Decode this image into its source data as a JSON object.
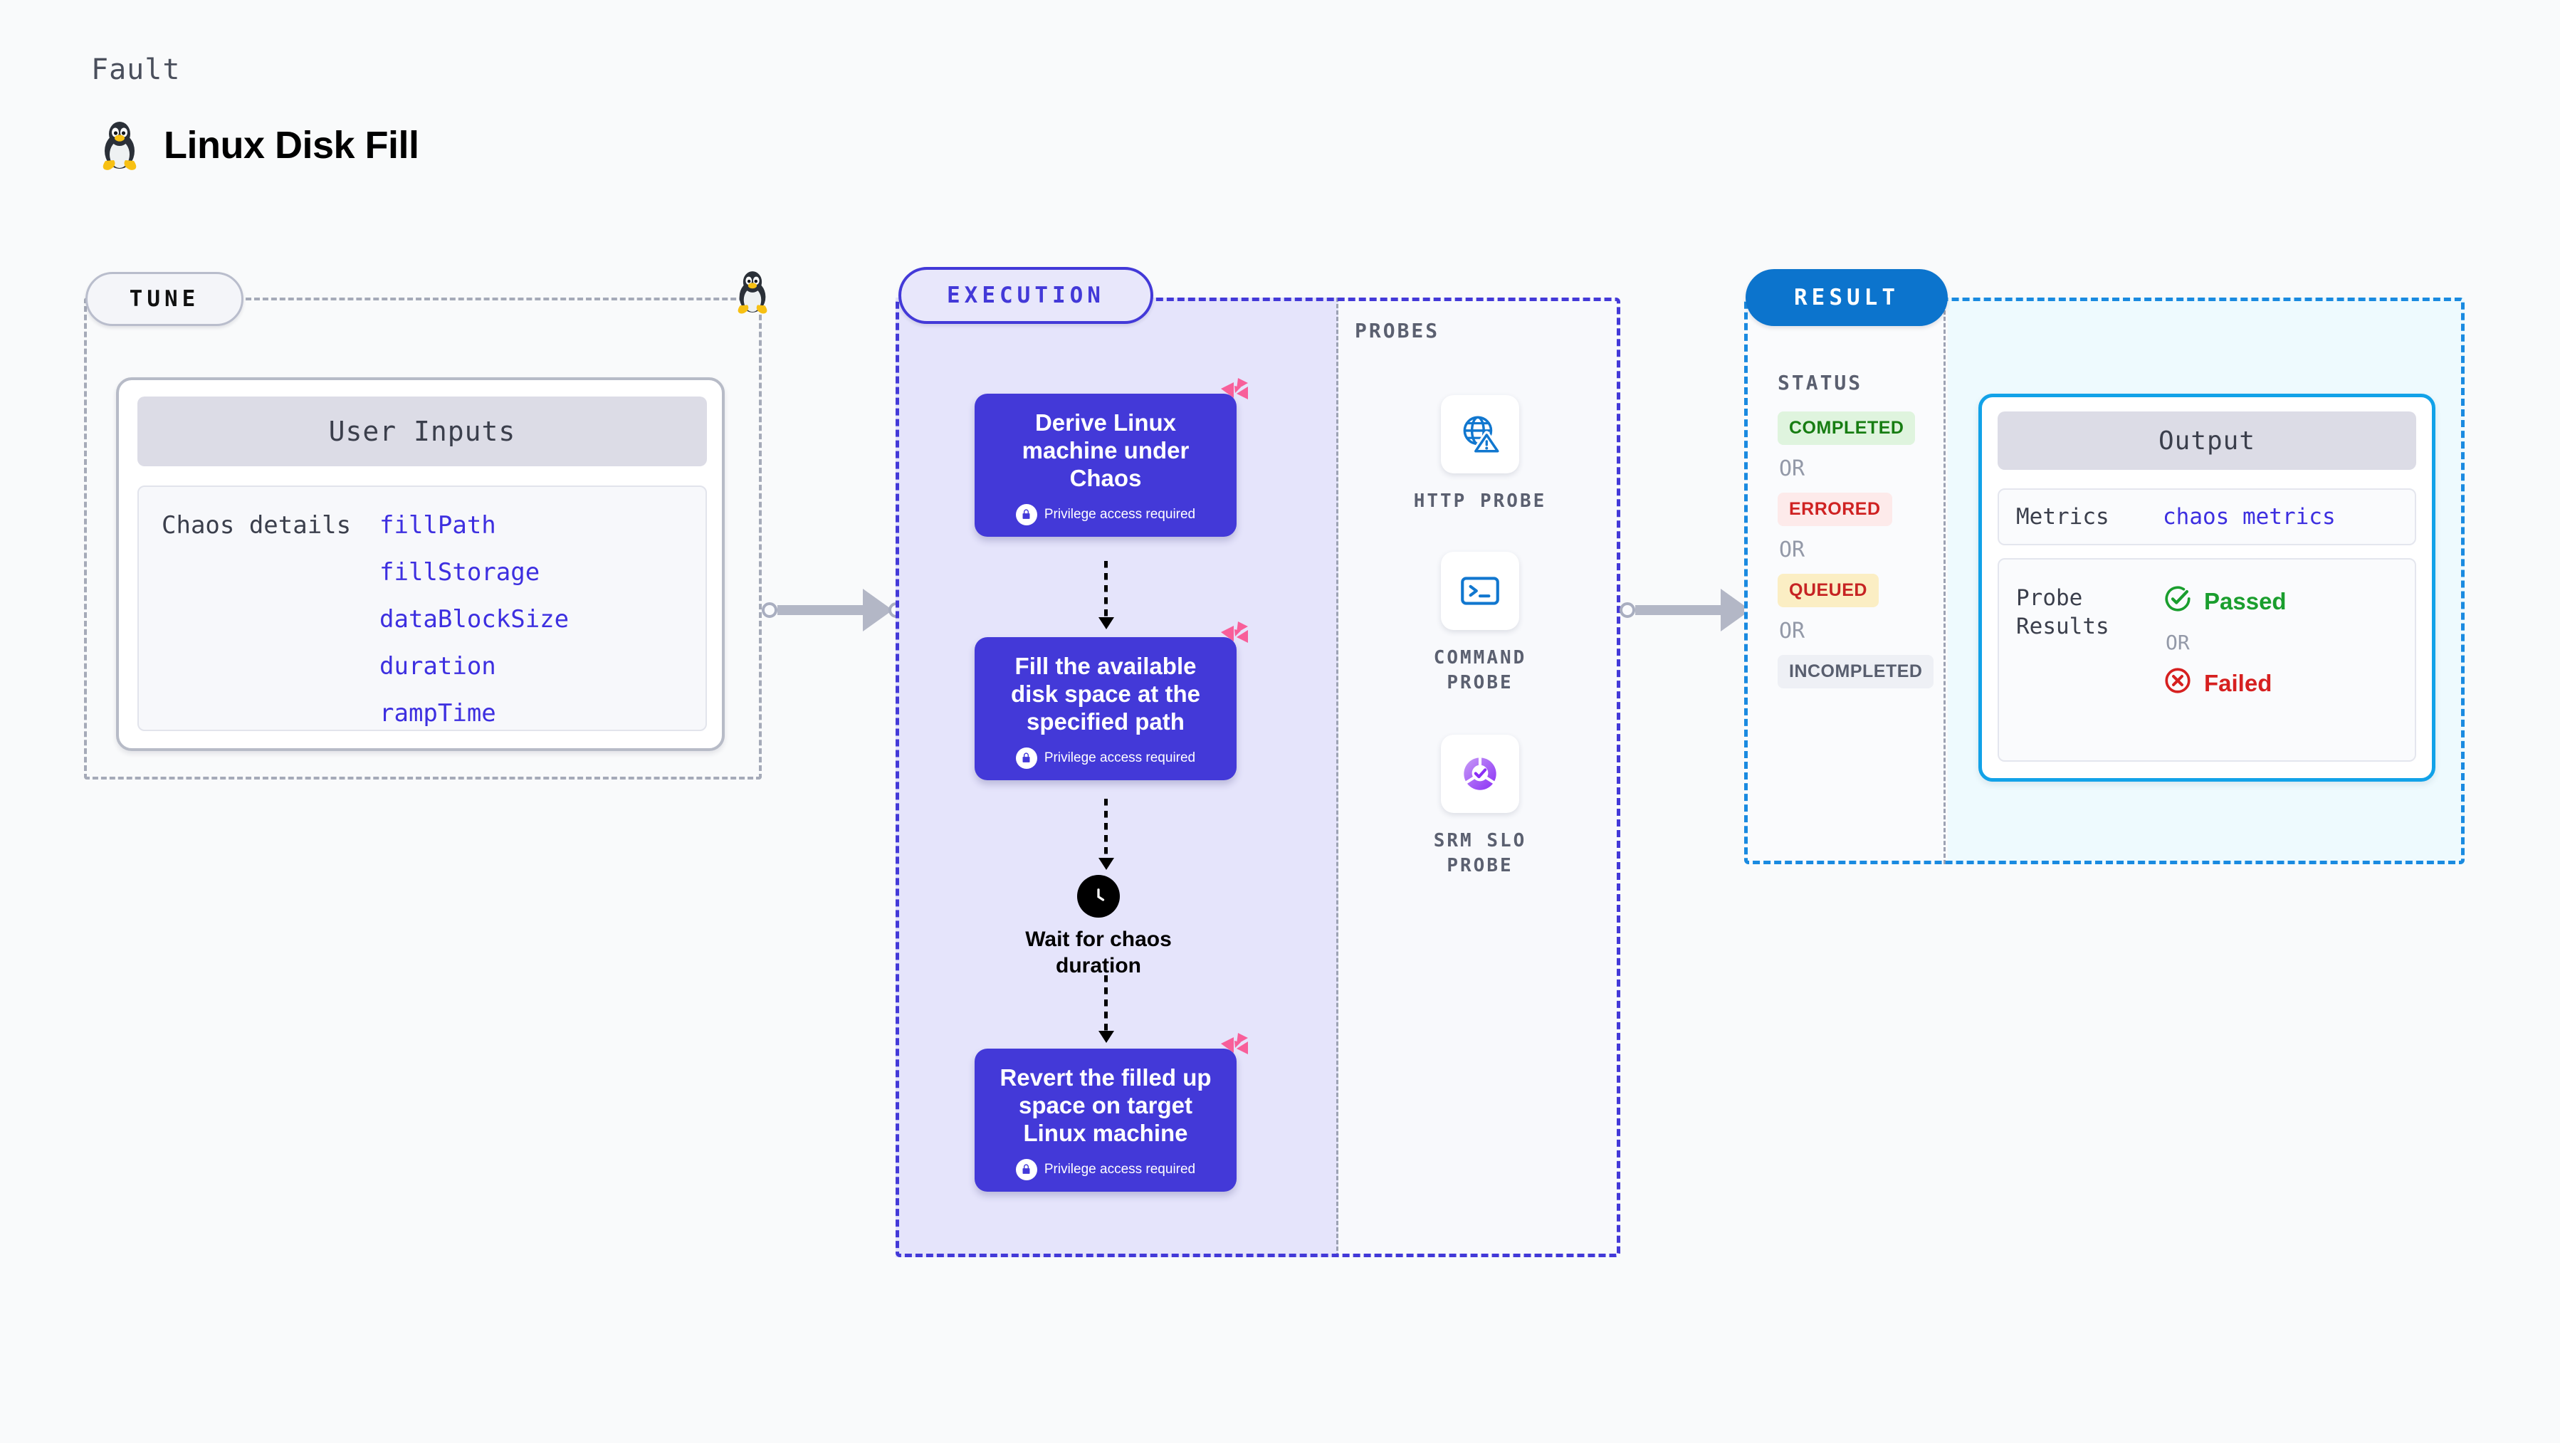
{
  "header": {
    "kicker": "Fault",
    "title": "Linux Disk Fill",
    "icon": "linux-tux-icon"
  },
  "tune": {
    "badge": "TUNE",
    "card_title": "User Inputs",
    "row_key": "Chaos details",
    "values": [
      "fillPath",
      "fillStorage",
      "dataBlockSize",
      "duration",
      "rampTime"
    ],
    "value_color": "#3d2fe0"
  },
  "execution": {
    "badge": "EXECUTION",
    "accent": "#4339d8",
    "cards": [
      {
        "title": "Derive Linux machine under Chaos",
        "note": "Privilege access required",
        "icon": "lock-icon",
        "mark": "litmus-mark-icon"
      },
      {
        "title": "Fill the available disk space at the specified path",
        "note": "Privilege access required",
        "icon": "lock-icon",
        "mark": "litmus-mark-icon"
      },
      {
        "title": "Revert the filled up space on target Linux machine",
        "note": "Privilege access required",
        "icon": "lock-icon",
        "mark": "litmus-mark-icon"
      }
    ],
    "wait_node": {
      "label": "Wait for chaos duration",
      "icon": "clock-icon"
    }
  },
  "probes": {
    "label": "PROBES",
    "items": [
      {
        "name": "HTTP PROBE",
        "icon": "globe-warning-icon"
      },
      {
        "name": "COMMAND PROBE",
        "icon": "terminal-icon"
      },
      {
        "name": "SRM SLO PROBE",
        "icon": "slo-donut-check-icon"
      }
    ]
  },
  "result": {
    "badge": "RESULT",
    "accent": "#0c74cd",
    "status_label": "STATUS",
    "or_text": "OR",
    "statuses": [
      {
        "label": "COMPLETED",
        "bg": "#dff4de",
        "color": "#177d12"
      },
      {
        "label": "ERRORED",
        "bg": "#fdeaea",
        "color": "#cf2222"
      },
      {
        "label": "QUEUED",
        "bg": "#fbeec4",
        "color": "#c62323"
      },
      {
        "label": "INCOMPLETED",
        "bg": "#eef0f5",
        "color": "#585e6e"
      }
    ],
    "output": {
      "title": "Output",
      "metrics_key": "Metrics",
      "metrics_value": "chaos metrics",
      "probe_key": "Probe Results",
      "passed": "Passed",
      "failed": "Failed",
      "or_text": "OR",
      "passed_icon": "check-circle-icon",
      "failed_icon": "x-circle-icon"
    }
  }
}
